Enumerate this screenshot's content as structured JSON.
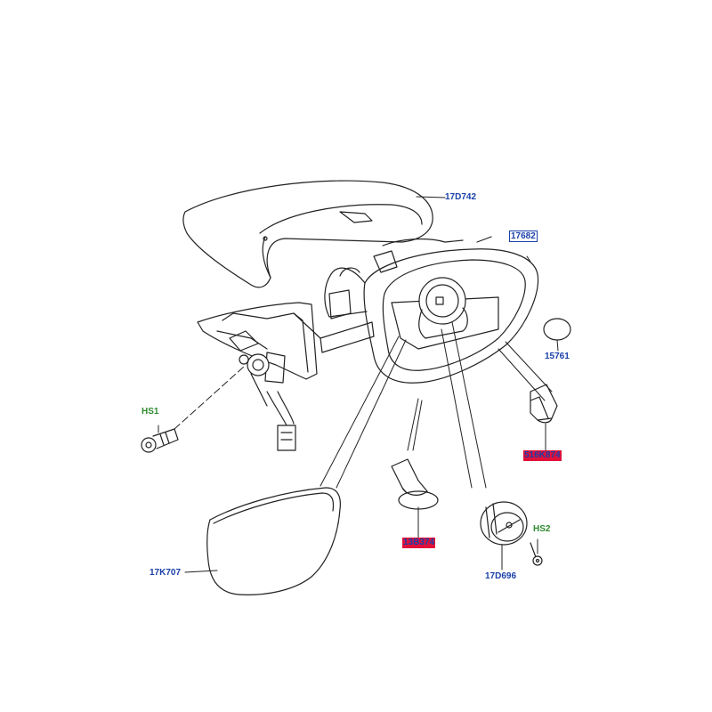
{
  "labels": {
    "cover": "17D742",
    "assembly": "17682",
    "cap": "15761",
    "connector": "516K874",
    "bolt_left": "HS1",
    "glass": "17K707",
    "bulb_holder": "13B374",
    "motor": "17D696",
    "screw_right": "HS2"
  },
  "colors": {
    "part_number": "#1a3fa8",
    "hardware": "#2e8b2e",
    "highlight": "#e0103a",
    "line": "#222222"
  }
}
